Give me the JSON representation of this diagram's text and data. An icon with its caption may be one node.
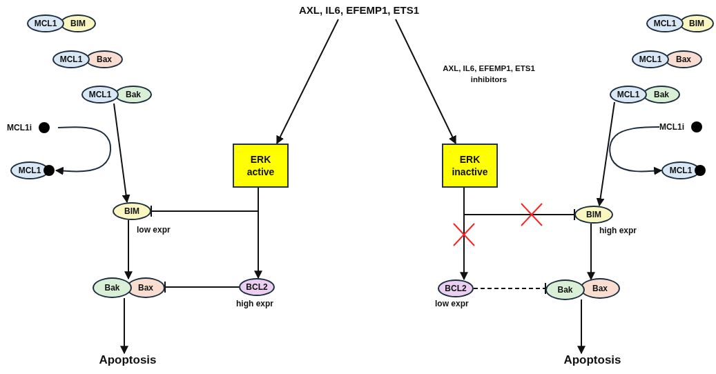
{
  "diagram": {
    "nodes": [
      {
        "text": [
          "AXL, IL6, EFEMP1, ETS1"
        ]
      },
      {
        "text": [
          "MCL1"
        ]
      },
      {
        "text": [
          "BIM"
        ]
      },
      {
        "text": [
          "MCL1"
        ]
      },
      {
        "text": [
          "Bax"
        ]
      },
      {
        "text": [
          "MCL1"
        ]
      },
      {
        "text": [
          "Bak"
        ]
      },
      {
        "text": [
          "MCL1i"
        ]
      },
      {
        "text": [
          "MCL1"
        ]
      },
      {
        "text": [
          "ERK active"
        ]
      },
      {
        "text": [
          "BIM"
        ],
        "beside": [
          "low expr"
        ]
      },
      {
        "text": [
          "Bak"
        ]
      },
      {
        "text": [
          "Bax"
        ]
      },
      {
        "text": [
          "BCL2"
        ],
        "beside": [
          "high expr"
        ]
      },
      {
        "text": [
          "Apoptosis"
        ]
      },
      {
        "text": [
          "ERK inactive"
        ]
      },
      {
        "text": [
          "MCL1"
        ]
      },
      {
        "text": [
          "BIM"
        ]
      },
      {
        "text": [
          "MCL1"
        ]
      },
      {
        "text": [
          "Bax"
        ]
      },
      {
        "text": [
          "MCL1"
        ]
      },
      {
        "text": [
          "Bak"
        ]
      },
      {
        "text": [
          "MCL1i"
        ]
      },
      {
        "text": [
          "MCL1"
        ]
      },
      {
        "text": [
          "BIM"
        ],
        "beside": [
          "high expr"
        ]
      },
      {
        "text": [
          "BCL2"
        ],
        "beside": [
          "low expr"
        ]
      },
      {
        "text": [
          "Bak"
        ]
      },
      {
        "text": [
          "Bax"
        ]
      },
      {
        "text": [
          "Apoptosis"
        ]
      }
    ],
    "edges": [
      {
        "from": 0,
        "to": 9,
        "arrow": "to"
      },
      {
        "from": 0,
        "to": 15,
        "arrow": "to",
        "label": "AXL, IL6, EFEMP1, ETS1 inhibitors"
      },
      {
        "from": 5,
        "to": 10,
        "arrow": "to"
      },
      {
        "from": 7,
        "to": 8,
        "arrow": "to"
      },
      {
        "from": 9,
        "to": 13,
        "arrow": "to"
      },
      {
        "from": 9,
        "to": 10,
        "arrow": "other"
      },
      {
        "from": 10,
        "to": 11,
        "arrow": "to"
      },
      {
        "from": 13,
        "to": 12,
        "arrow": "other"
      },
      {
        "from": 11,
        "to": 14,
        "arrow": "to"
      },
      {
        "from": 15,
        "to": 25,
        "arrow": "to"
      },
      {
        "from": 15,
        "to": 24,
        "arrow": "other"
      },
      {
        "from": 24,
        "to": 27,
        "arrow": "to"
      },
      {
        "from": 25,
        "to": 26,
        "arrow": "other",
        "style": "dashed"
      },
      {
        "from": 26,
        "to": 28,
        "arrow": "to"
      },
      {
        "from": 20,
        "to": 24,
        "arrow": "to"
      },
      {
        "from": 22,
        "to": 23,
        "arrow": "to"
      }
    ]
  }
}
